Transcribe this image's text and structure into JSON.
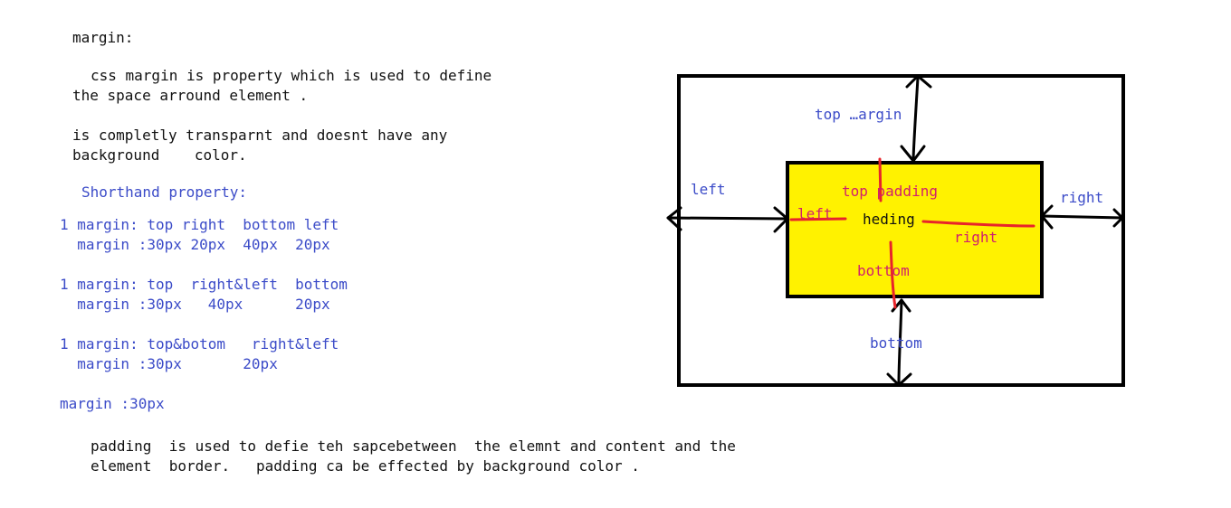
{
  "notes": {
    "margin_heading": "margin:",
    "margin_def_1": "css margin is property which is used to define",
    "margin_def_2": "the space arround element .",
    "transparent_1": "is completly transparnt and doesnt have any",
    "transparent_2": "background    color.",
    "shorthand_heading": "Shorthand property:",
    "examples": [
      {
        "syntax": "1 margin: top right  bottom left",
        "value": "  margin :30px 20px  40px  20px"
      },
      {
        "syntax": "1 margin: top  right&left  bottom",
        "value": "  margin :30px   40px      20px"
      },
      {
        "syntax": "1 margin: top&botom   right&left",
        "value": "  margin :30px       20px"
      }
    ],
    "single_example": "margin :30px",
    "padding_def_1": "padding  is used to defie teh sapcebetween  the elemnt and content and the",
    "padding_def_2": "element  border.   padding ca be effected by background color ."
  },
  "diagram": {
    "margin_labels": {
      "top": "top …argin",
      "left": "left",
      "right": "right",
      "bottom": "bottom"
    },
    "padding_labels": {
      "top": "top padding",
      "left": "left",
      "right": "right",
      "bottom": "bottom"
    },
    "content_label": "heding"
  },
  "colors": {
    "text": "#111111",
    "blue_text": "#3b4bc8",
    "padding_text": "#d0206e",
    "padding_box_fill": "#fff200",
    "red_lines": "#e8242a",
    "outline": "#000000"
  }
}
